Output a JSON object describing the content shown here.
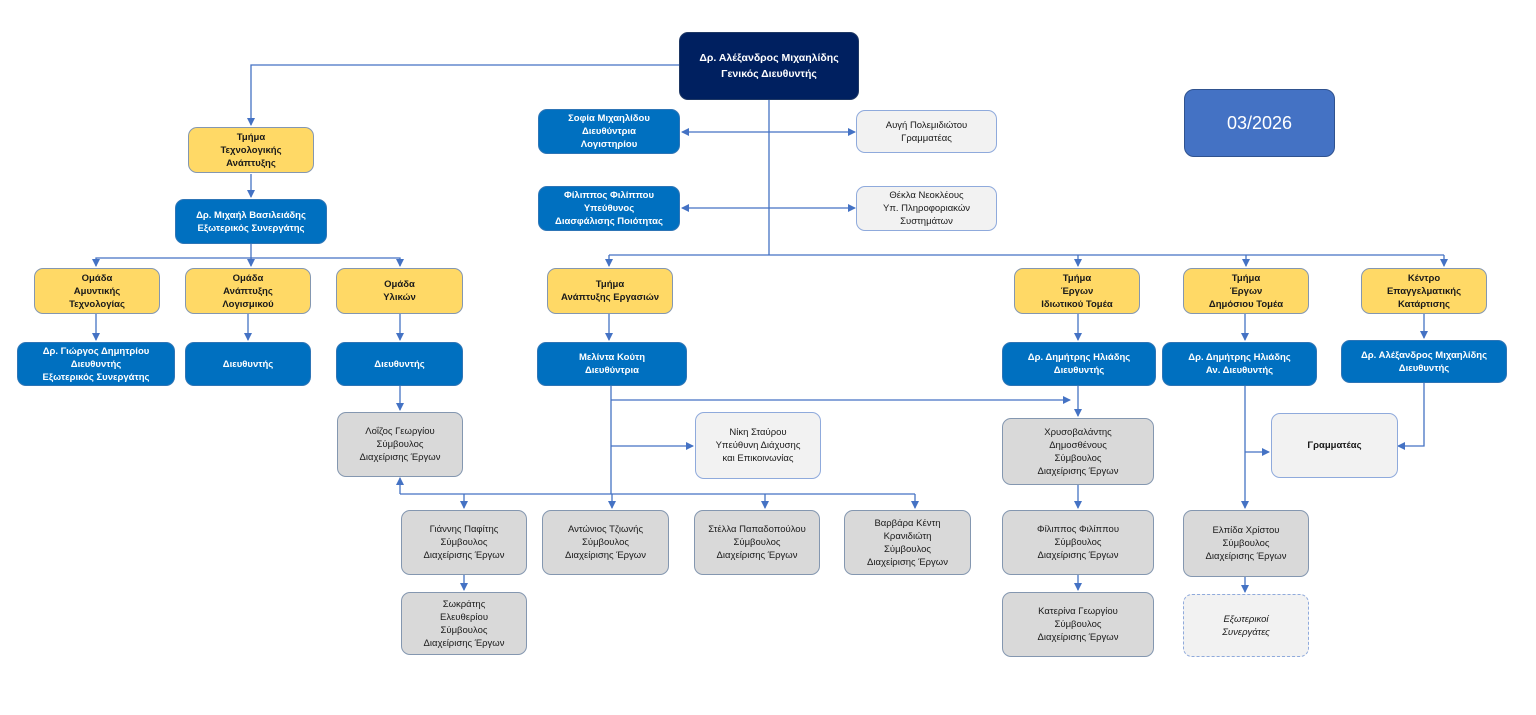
{
  "date_badge": "03/2026",
  "ceo": {
    "name": "Δρ. Αλέξανδρος Μιχαηλίδης",
    "title": "Γενικός Διευθυντής"
  },
  "staff": {
    "accounting": "Σοφία Μιχαηλίδου\nΔιευθύντρια\nΛογιστηρίου",
    "quality": "Φίλιππος Φιλίππου\nΥπεύθυνος\nΔιασφάλισης Ποιότητας",
    "secretary": "Αυγή Πολεμιδιώτου\nΓραμματέας",
    "it": "Θέκλα Νεοκλέους\nΥπ. Πληροφοριακών\nΣυστημάτων"
  },
  "tech_dept": {
    "name": "Τμήμα\nΤεχνολογικής\nΑνάπτυξης",
    "head": "Δρ. Μιχαήλ Βασιλειάδης\nΕξωτερικός Συνεργάτης",
    "groups": [
      {
        "name": "Ομάδα\nΑμυντικής\nΤεχνολογίας",
        "head": "Δρ. Γιώργος Δημητρίου\nΔιευθυντής\nΕξωτερικός Συνεργάτης"
      },
      {
        "name": "Ομάδα\nΑνάπτυξης\nΛογισμικού",
        "head": "Διευθυντής"
      },
      {
        "name": "Ομάδα\nΥλικών",
        "head": "Διευθυντής"
      }
    ],
    "consultant": "Λοΐζος Γεωργίου\nΣύμβουλος\nΔιαχείρισης Έργων"
  },
  "ops_dept": {
    "name": "Τμήμα\nΑνάπτυξης Εργασιών",
    "head": "Μελίντα Κούτη\nΔιευθύντρια",
    "comms": "Νίκη Σταύρου\nΥπεύθυνη Διάχυσης\nκαι Επικοινωνίας",
    "consultants": [
      "Γιάννης Παφίτης\nΣύμβουλος\nΔιαχείρισης Έργων",
      "Αντώνιος Τζιωνής\nΣύμβουλος\nΔιαχείρισης Έργων",
      "Στέλλα Παπαδοπούλου\nΣύμβουλος\nΔιαχείρισης Έργων",
      "Βαρβάρα Κέντη\nΚρανιδιώτη\nΣύμβουλος\nΔιαχείρισης Έργων"
    ],
    "sub_consultant": "Σωκράτης\nΕλευθερίου\nΣύμβουλος\nΔιαχείρισης Έργων"
  },
  "private_dept": {
    "name": "Τμήμα\nΈργων\nΙδιωτικού Τομέα",
    "head": "Δρ. Δημήτρης Ηλιάδης\nΔιευθυντής",
    "consultants": [
      "Χρυσοβαλάντης\nΔημοσθένους\nΣύμβουλος\nΔιαχείρισης Έργων",
      "Φίλιππος Φιλίππου\nΣύμβουλος\nΔιαχείρισης Έργων",
      "Κατερίνα Γεωργίου\nΣύμβουλος\nΔιαχείρισης Έργων"
    ]
  },
  "public_dept": {
    "name": "Τμήμα\nΈργων\nΔημόσιου Τομέα",
    "head": "Δρ. Δημήτρης Ηλιάδης\nΑν. Διευθυντής",
    "consultant": "Ελπίδα Χρίστου\nΣύμβουλος\nΔιαχείρισης Έργων",
    "external": "Εξωτερικοί\nΣυνεργάτες"
  },
  "training_dept": {
    "name": "Κέντρο\nΕπαγγελματικής\nΚατάρτισης",
    "head": "Δρ. Αλέξανδρος Μιχαηλίδης\nΔιευθυντής"
  },
  "shared_secretary": "Γραμματέας"
}
